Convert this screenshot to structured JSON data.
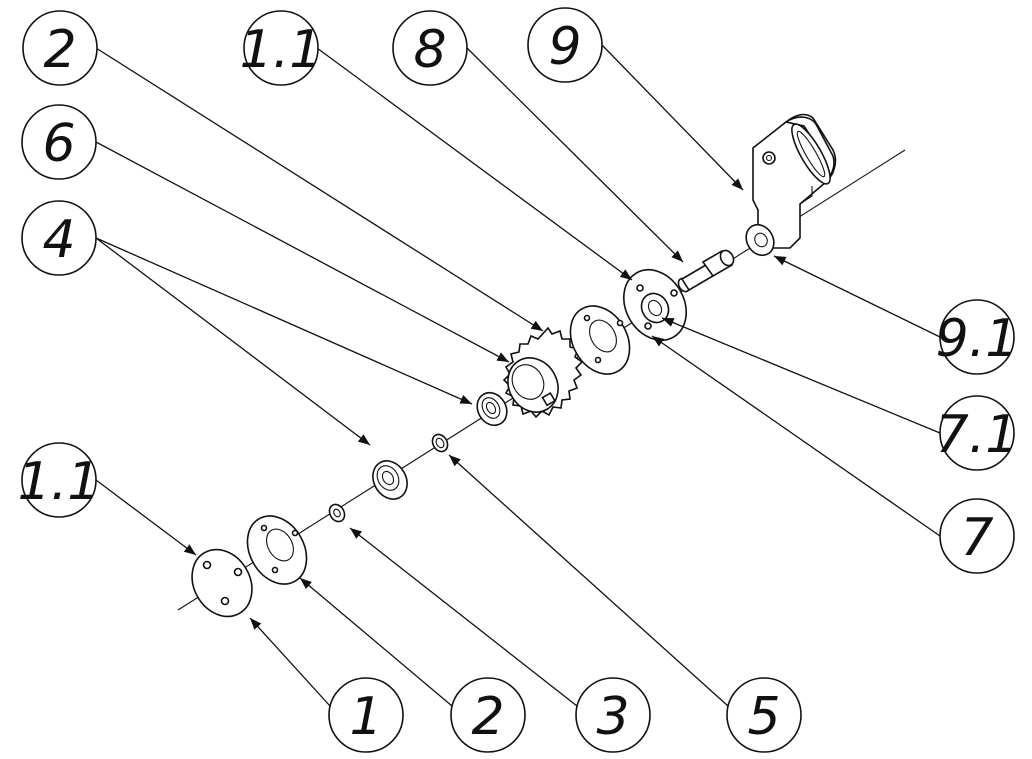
{
  "callouts": {
    "top_2": "2",
    "top_1_1": "1.1",
    "top_8": "8",
    "top_9": "9",
    "left_6": "6",
    "left_4": "4",
    "left_1_1": "1.1",
    "right_9_1": "9.1",
    "right_7_1": "7.1",
    "right_7": "7",
    "bottom_1": "1",
    "bottom_2": "2",
    "bottom_3": "3",
    "bottom_5": "5"
  }
}
